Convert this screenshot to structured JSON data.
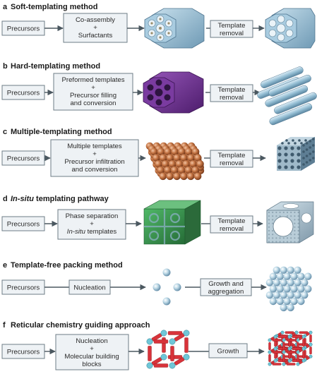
{
  "sections": [
    {
      "letter": "a",
      "title": "Soft-templating method",
      "precursors": "Precursors",
      "step": [
        "Co-assembly",
        "+",
        "Surfactants"
      ],
      "removal": [
        "Template",
        "removal"
      ]
    },
    {
      "letter": "b",
      "title": "Hard-templating method",
      "precursors": "Precursors",
      "step": [
        "Preformed templates",
        "+",
        "Precursor filling",
        "and conversion"
      ],
      "removal": [
        "Template",
        "removal"
      ]
    },
    {
      "letter": "c",
      "title": "Multiple-templating method",
      "precursors": "Precursors",
      "step": [
        "Multiple templates",
        "+",
        "Precursor infiltration",
        "and conversion"
      ],
      "removal": [
        "Template",
        "removal"
      ]
    },
    {
      "letter": "d",
      "title_italic": "In-situ",
      "title_rest": " templating pathway",
      "precursors": "Precursors",
      "step": [
        "Phase separation",
        "+"
      ],
      "step_italic": "In-situ",
      "step_rest": " templates",
      "removal": [
        "Template",
        "removal"
      ]
    },
    {
      "letter": "e",
      "title": "Template-free packing method",
      "precursors": "Precursors",
      "step": [
        "Nucleation"
      ],
      "removal": [
        "Growth and",
        "aggregation"
      ]
    },
    {
      "letter": "f",
      "title": "Reticular chemistry guiding approach",
      "precursors": "Precursors",
      "step": [
        "Nucleation",
        "+",
        "Molecular building",
        "blocks"
      ],
      "removal": [
        "Growth"
      ]
    }
  ],
  "colors": {
    "box_fill": "#eef2f5",
    "box_stroke": "#6e7c86",
    "blue_light": "#bcd8e6",
    "blue_mid": "#7fa9c2",
    "purple": "#6b2f8f",
    "copper": "#b8643a",
    "green": "#3f9a54",
    "cyan_node": "#6fc7d8",
    "red_link": "#d8333a"
  }
}
